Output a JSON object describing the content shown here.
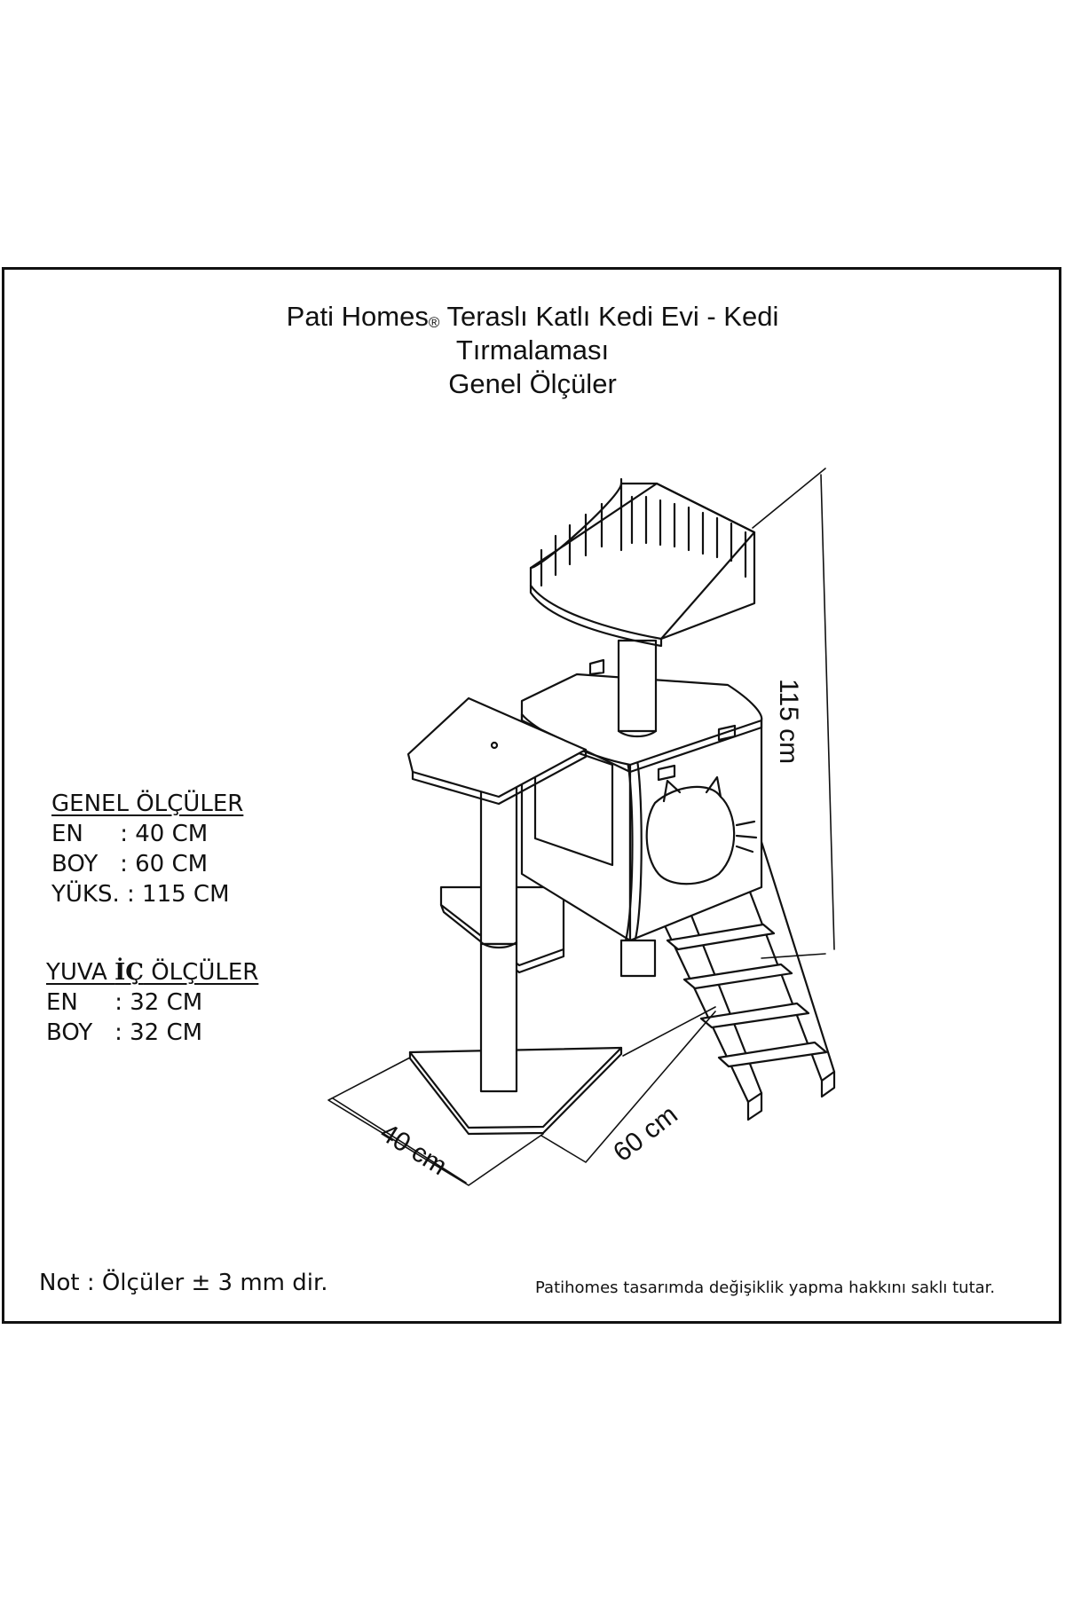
{
  "title": {
    "brand": "Pati Homes",
    "registered": "®",
    "line1_rest": " Teraslı Katlı Kedi Evi - Kedi",
    "line2": "Tırmalaması",
    "line3": "Genel Ölçüler"
  },
  "general_dimensions": {
    "heading": "GENEL ÖLÇÜLER",
    "rows": [
      {
        "label": "EN     ",
        "value": ": 40 CM"
      },
      {
        "label": "BOY   ",
        "value": ": 60 CM"
      },
      {
        "label": "YÜKS. ",
        "value": ": 115 CM"
      }
    ]
  },
  "inner_dimensions": {
    "heading_prefix": "YUVA ",
    "heading_bold": "İÇ",
    "heading_suffix": " ÖLÇÜLER",
    "rows": [
      {
        "label": "EN     ",
        "value": ": 32 CM"
      },
      {
        "label": "BOY   ",
        "value": ": 32 CM"
      }
    ]
  },
  "dimension_labels": {
    "height": "115 cm",
    "width": "40 cm",
    "length": "60 cm"
  },
  "footer": {
    "note": "Not : Ölçüler ± 3 mm dir.",
    "disclaimer": "Patihomes tasarımda değişiklik yapma hakkını saklı tutar."
  }
}
